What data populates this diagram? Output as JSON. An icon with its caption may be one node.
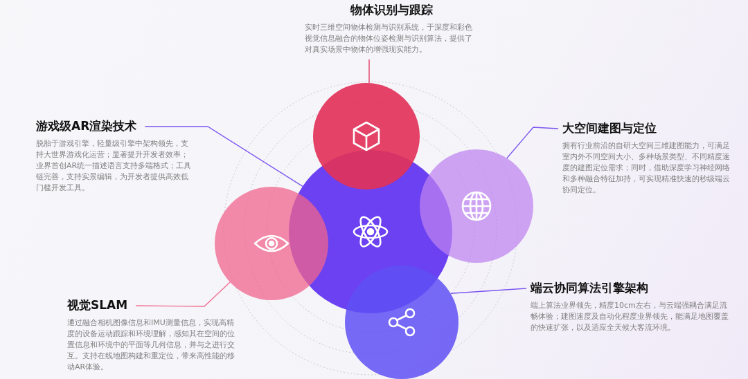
{
  "diagram": {
    "nodes": [
      {
        "text": [
          "物体识别与跟踪",
          "实时三维空间物体检测与识别系统，于深度和彩色视觉信息融合的物体位姿检测与识别算法，提供了对真实场景中物体的增强现实能力。"
        ]
      },
      {
        "text": [
          "游戏级AR渲染技术",
          "脱胎于游戏引擎，轻量级引擎中架构领先，支持大世界游戏化运营；显著提升开发者效率；业界首创AR统一描述语言支持多端格式；工具链完善，支持实景编辑，为开发者提供高效低门槛开发工具。"
        ]
      },
      {
        "text": [
          "大空间建图与定位",
          "拥有行业前沿的自研大空间三维建图能力，可满足室内外不同空间大小、多种场景类型、不同精度速度的建图定位需求；同时，借助深度学习神经网络和多种融合特征加持，可实现精准快速的秒级端云协同定位。"
        ]
      },
      {
        "text": [
          "视觉SLAM",
          "通过融合相机图像信息和IMU测量信息，实现高精度的设备运动跟踪和环境理解，感知其在空间的位置信息和环境中的平面等几何信息，并与之进行交互。支持在线地图构建和重定位，带来高性能的移动AR体验。"
        ]
      },
      {
        "text": [
          "端云协同算法引擎架构",
          "端上算法业界领先，精度10cm左右，与云端强耦合满足流畅体验；建图速度及自动化程度业界领先，能满足地图覆盖的快速扩张，以及适应全天候大客流环境。"
        ]
      },
      {
        "text": [],
        "shape": "circle"
      },
      {
        "text": [],
        "shape": "circle"
      },
      {
        "text": [],
        "shape": "circle"
      },
      {
        "text": [],
        "shape": "circle"
      },
      {
        "text": [],
        "shape": "circle"
      }
    ],
    "edges": [
      {
        "from": 0,
        "to": 5,
        "arrow": "none",
        "color": "#e0406a"
      },
      {
        "from": 1,
        "to": 6,
        "arrow": "none"
      },
      {
        "from": 2,
        "to": 7,
        "arrow": "none"
      },
      {
        "from": 3,
        "to": 8,
        "arrow": "none",
        "color": "#f07090"
      },
      {
        "from": 4,
        "to": 9,
        "arrow": "none"
      }
    ]
  }
}
